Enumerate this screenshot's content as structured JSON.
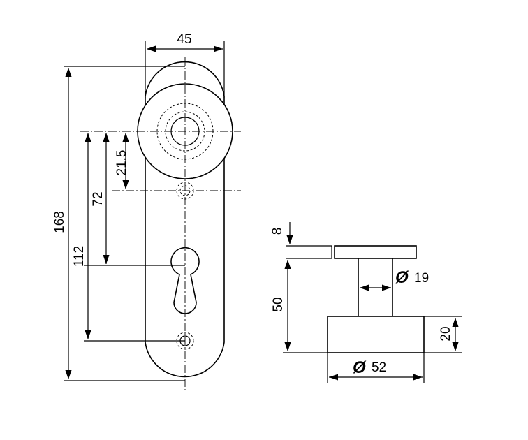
{
  "dimensions": {
    "width_45": "45",
    "height_168": "168",
    "height_112": "112",
    "height_72": "72",
    "height_21_5": "21.5",
    "thickness_8": "8",
    "height_50": "50",
    "height_20": "20",
    "diameter_19": "19",
    "diameter_52": "52"
  },
  "symbols": {
    "diameter": "Ø"
  }
}
